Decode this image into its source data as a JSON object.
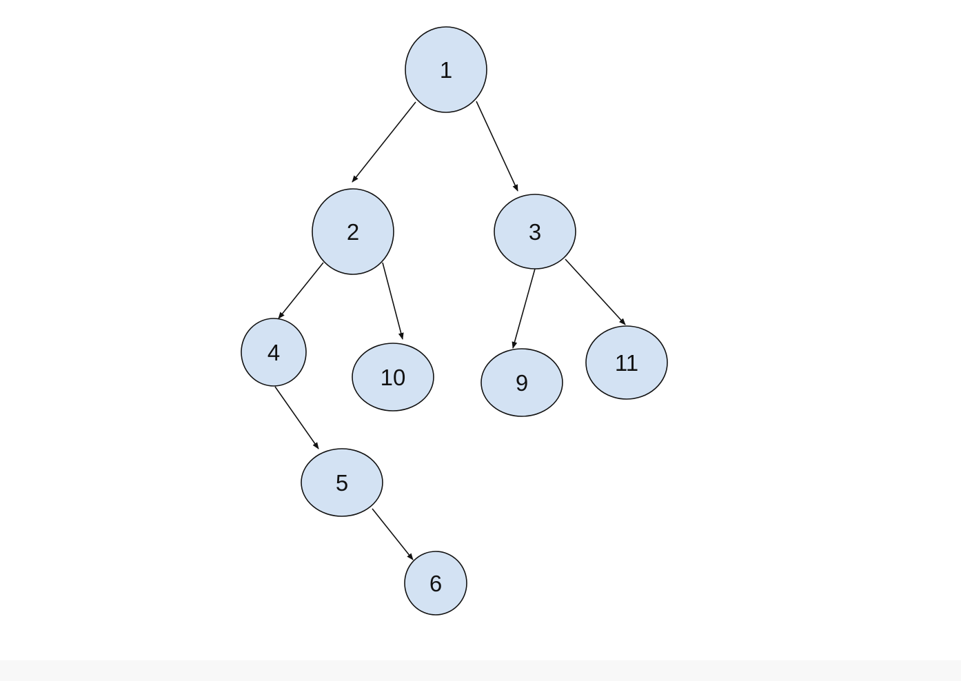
{
  "diagram": {
    "colors": {
      "node_fill": "#d3e2f3",
      "node_stroke": "#111111",
      "edge": "#111111",
      "text": "#111111"
    },
    "nodes": [
      {
        "id": "1",
        "label": "1"
      },
      {
        "id": "2",
        "label": "2"
      },
      {
        "id": "3",
        "label": "3"
      },
      {
        "id": "4",
        "label": "4"
      },
      {
        "id": "10",
        "label": "10"
      },
      {
        "id": "9",
        "label": "9"
      },
      {
        "id": "11",
        "label": "11"
      },
      {
        "id": "5",
        "label": "5"
      },
      {
        "id": "6",
        "label": "6"
      }
    ],
    "edges": [
      {
        "from": "1",
        "to": "2"
      },
      {
        "from": "1",
        "to": "3"
      },
      {
        "from": "2",
        "to": "4"
      },
      {
        "from": "2",
        "to": "10"
      },
      {
        "from": "3",
        "to": "9"
      },
      {
        "from": "3",
        "to": "11"
      },
      {
        "from": "4",
        "to": "5"
      },
      {
        "from": "5",
        "to": "6"
      }
    ]
  }
}
